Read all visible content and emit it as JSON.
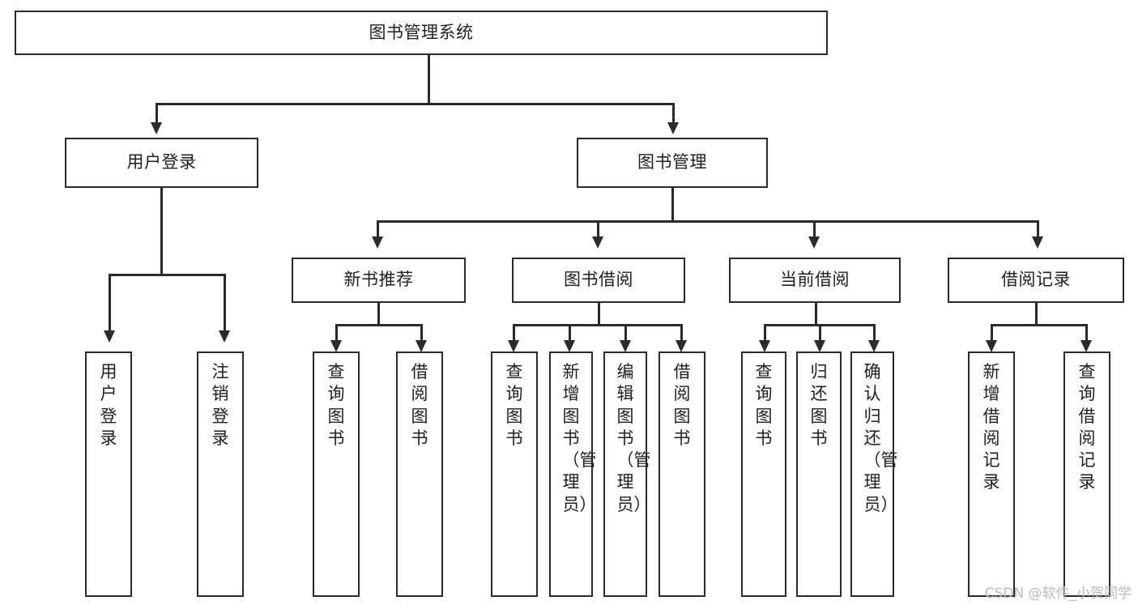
{
  "diagram": {
    "title": "图书管理系统",
    "type": "功能结构图",
    "root": {
      "label": "图书管理系统"
    },
    "level1": [
      {
        "label": "用户登录"
      },
      {
        "label": "图书管理"
      }
    ],
    "level2": [
      {
        "label": "新书推荐"
      },
      {
        "label": "图书借阅"
      },
      {
        "label": "当前借阅"
      },
      {
        "label": "借阅记录"
      }
    ],
    "leaves": {
      "user_login": [
        {
          "label": "用户登录"
        },
        {
          "label": "注销登录"
        }
      ],
      "new_book_recommend": [
        {
          "label": "查询图书"
        },
        {
          "label": "借阅图书"
        }
      ],
      "book_borrow": [
        {
          "label": "查询图书"
        },
        {
          "label": "新增图书（管理员）"
        },
        {
          "label": "编辑图书（管理员）"
        },
        {
          "label": "借阅图书"
        }
      ],
      "current_borrow": [
        {
          "label": "查询图书"
        },
        {
          "label": "归还图书"
        },
        {
          "label": "确认归还（管理员）"
        }
      ],
      "borrow_record": [
        {
          "label": "新增借阅记录"
        },
        {
          "label": "查询借阅记录"
        }
      ]
    }
  },
  "watermark": {
    "text": "CSDN @软件_小贺同学"
  },
  "colors": {
    "stroke": "#2b2b2b",
    "fill": "#ffffff",
    "text": "#1f1f1f",
    "watermark": "#b9b9b9"
  }
}
